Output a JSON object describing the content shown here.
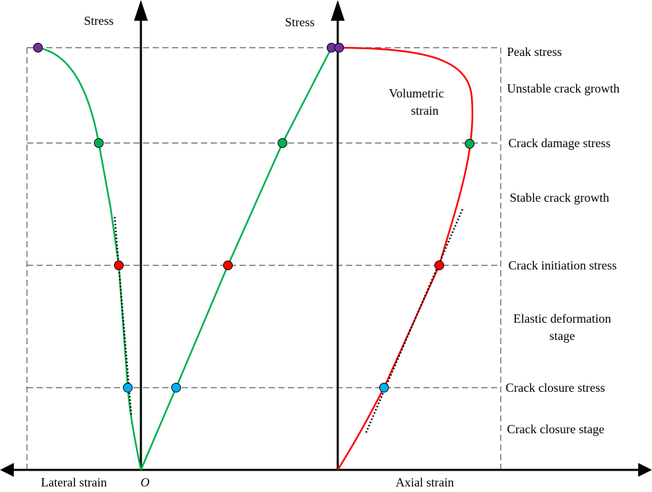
{
  "axes": {
    "left_vertical_label": "Stress",
    "right_vertical_label": "Stress",
    "lateral_label": "Lateral strain",
    "origin_label": "O",
    "axial_label": "Axial strain"
  },
  "curve_label": [
    "Volumetric",
    "strain"
  ],
  "stages": {
    "peak": "Peak stress",
    "unstable": "Unstable crack growth",
    "damage": "Crack damage stress",
    "stable": "Stable crack growth",
    "initiation": "Crack initiation stress",
    "elastic": [
      "Elastic deformation",
      "stage"
    ],
    "closure": "Crack closure stress",
    "closure_stage": "Crack closure stage"
  },
  "colors": {
    "lateral_curve": "#00b050",
    "axial_curve": "#00b050",
    "volumetric_curve": "#ff0000",
    "peak_point": "#7030a0",
    "damage_point": "#00b050",
    "initiation_point": "#ff0000",
    "closure_point": "#00b0f0"
  }
}
